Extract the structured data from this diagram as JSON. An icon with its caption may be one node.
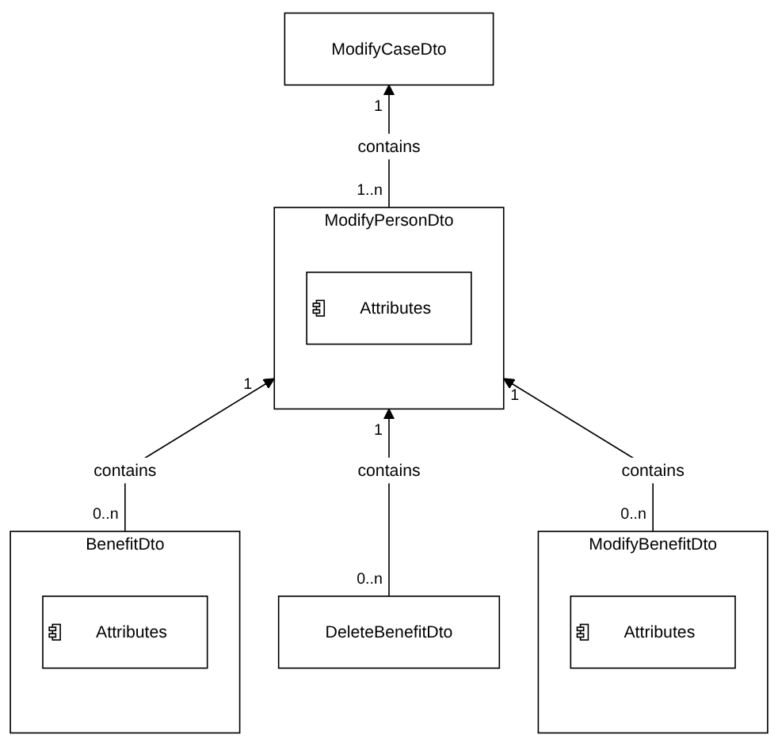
{
  "diagram": {
    "nodes": [
      {
        "text": [
          "ModifyCaseDto"
        ]
      },
      {
        "text": [
          "ModifyPersonDto"
        ]
      },
      {
        "text": [
          "Attributes"
        ],
        "in": 1
      },
      {
        "text": [
          "BenefitDto"
        ]
      },
      {
        "text": [
          "Attributes"
        ],
        "in": 3
      },
      {
        "text": [
          "DeleteBenefitDto"
        ]
      },
      {
        "text": [
          "ModifyBenefitDto"
        ]
      },
      {
        "text": [
          "Attributes"
        ],
        "in": 6
      }
    ],
    "edges": [
      {
        "from": 1,
        "to": 0,
        "arrow": "to",
        "label": "contains"
      },
      {
        "from": 3,
        "to": 1,
        "arrow": "to",
        "label": "contains"
      },
      {
        "from": 5,
        "to": 1,
        "arrow": "to",
        "label": "contains"
      },
      {
        "from": 6,
        "to": 1,
        "arrow": "to",
        "label": "contains"
      }
    ],
    "labels": [
      "1",
      "1..n",
      "1",
      "1",
      "1",
      "0..n",
      "0..n",
      "0..n"
    ]
  }
}
